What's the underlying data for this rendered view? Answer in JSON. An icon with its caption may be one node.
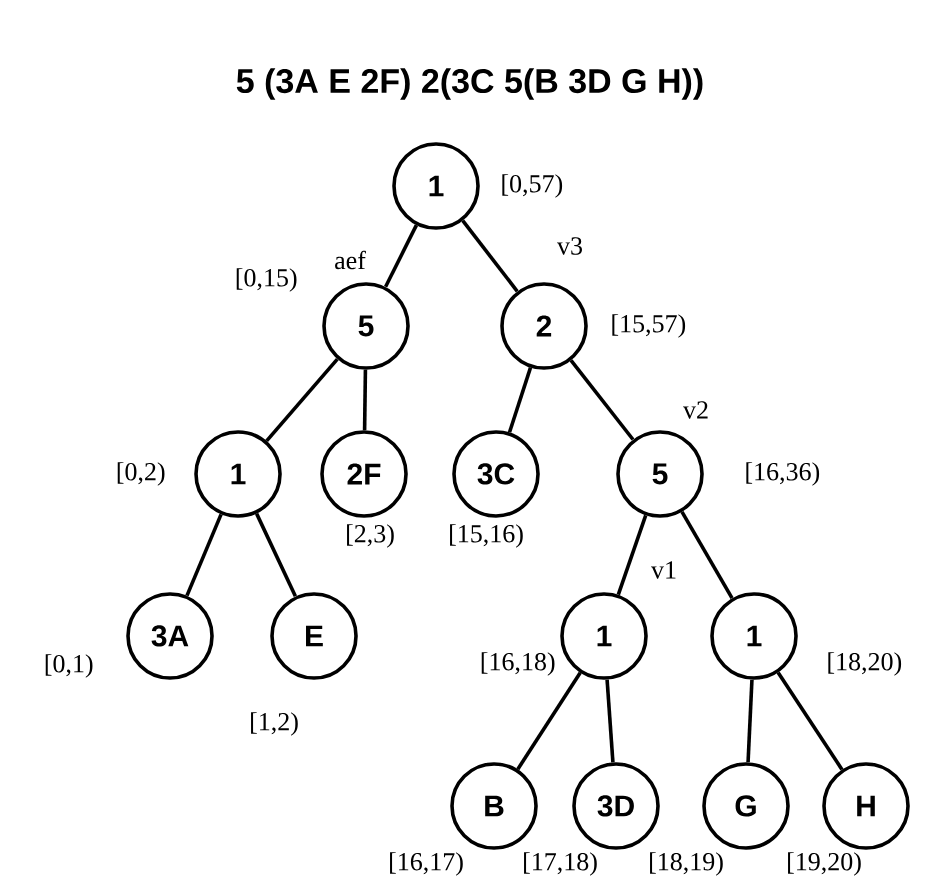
{
  "diagram": {
    "title": "5 (3A E 2F) 2(3C 5(B 3D G H))",
    "nodes": [
      {
        "text": [
          "1"
        ],
        "beside": [
          "[0,57)"
        ]
      },
      {
        "text": [
          "5"
        ],
        "beside": [
          "[0,15)"
        ]
      },
      {
        "text": [
          "2"
        ],
        "beside": [
          "[15,57)"
        ]
      },
      {
        "text": [
          "1"
        ],
        "beside": [
          "[0,2)"
        ]
      },
      {
        "text": [
          "2F"
        ],
        "beside": [
          "[2,3)"
        ]
      },
      {
        "text": [
          "3C"
        ],
        "beside": [
          "[15,16)"
        ]
      },
      {
        "text": [
          "5"
        ],
        "beside": [
          "[16,36)"
        ]
      },
      {
        "text": [
          "3A"
        ],
        "beside": [
          "[0,1)"
        ]
      },
      {
        "text": [
          "E"
        ],
        "beside": [
          "[1,2)"
        ]
      },
      {
        "text": [
          "1"
        ],
        "beside": [
          "[16,18)"
        ]
      },
      {
        "text": [
          "1"
        ],
        "beside": [
          "[18,20)"
        ]
      },
      {
        "text": [
          "B"
        ],
        "beside": [
          "[16,17)"
        ]
      },
      {
        "text": [
          "3D"
        ],
        "beside": [
          "[17,18)"
        ]
      },
      {
        "text": [
          "G"
        ],
        "beside": [
          "[18,19)"
        ]
      },
      {
        "text": [
          "H"
        ],
        "beside": [
          "[19,20)"
        ]
      }
    ],
    "edges": [
      {
        "from": 0,
        "to": 1,
        "arrow": "none",
        "label": "aef"
      },
      {
        "from": 0,
        "to": 2,
        "arrow": "none",
        "label": "v3"
      },
      {
        "from": 1,
        "to": 3,
        "arrow": "none"
      },
      {
        "from": 1,
        "to": 4,
        "arrow": "none"
      },
      {
        "from": 2,
        "to": 5,
        "arrow": "none"
      },
      {
        "from": 2,
        "to": 6,
        "arrow": "none",
        "label": "v2"
      },
      {
        "from": 3,
        "to": 7,
        "arrow": "none"
      },
      {
        "from": 3,
        "to": 8,
        "arrow": "none"
      },
      {
        "from": 6,
        "to": 9,
        "arrow": "none",
        "label": "v1"
      },
      {
        "from": 6,
        "to": 10,
        "arrow": "none"
      },
      {
        "from": 9,
        "to": 11,
        "arrow": "none"
      },
      {
        "from": 9,
        "to": 12,
        "arrow": "none"
      },
      {
        "from": 10,
        "to": 13,
        "arrow": "none"
      },
      {
        "from": 10,
        "to": 14,
        "arrow": "none"
      }
    ]
  }
}
